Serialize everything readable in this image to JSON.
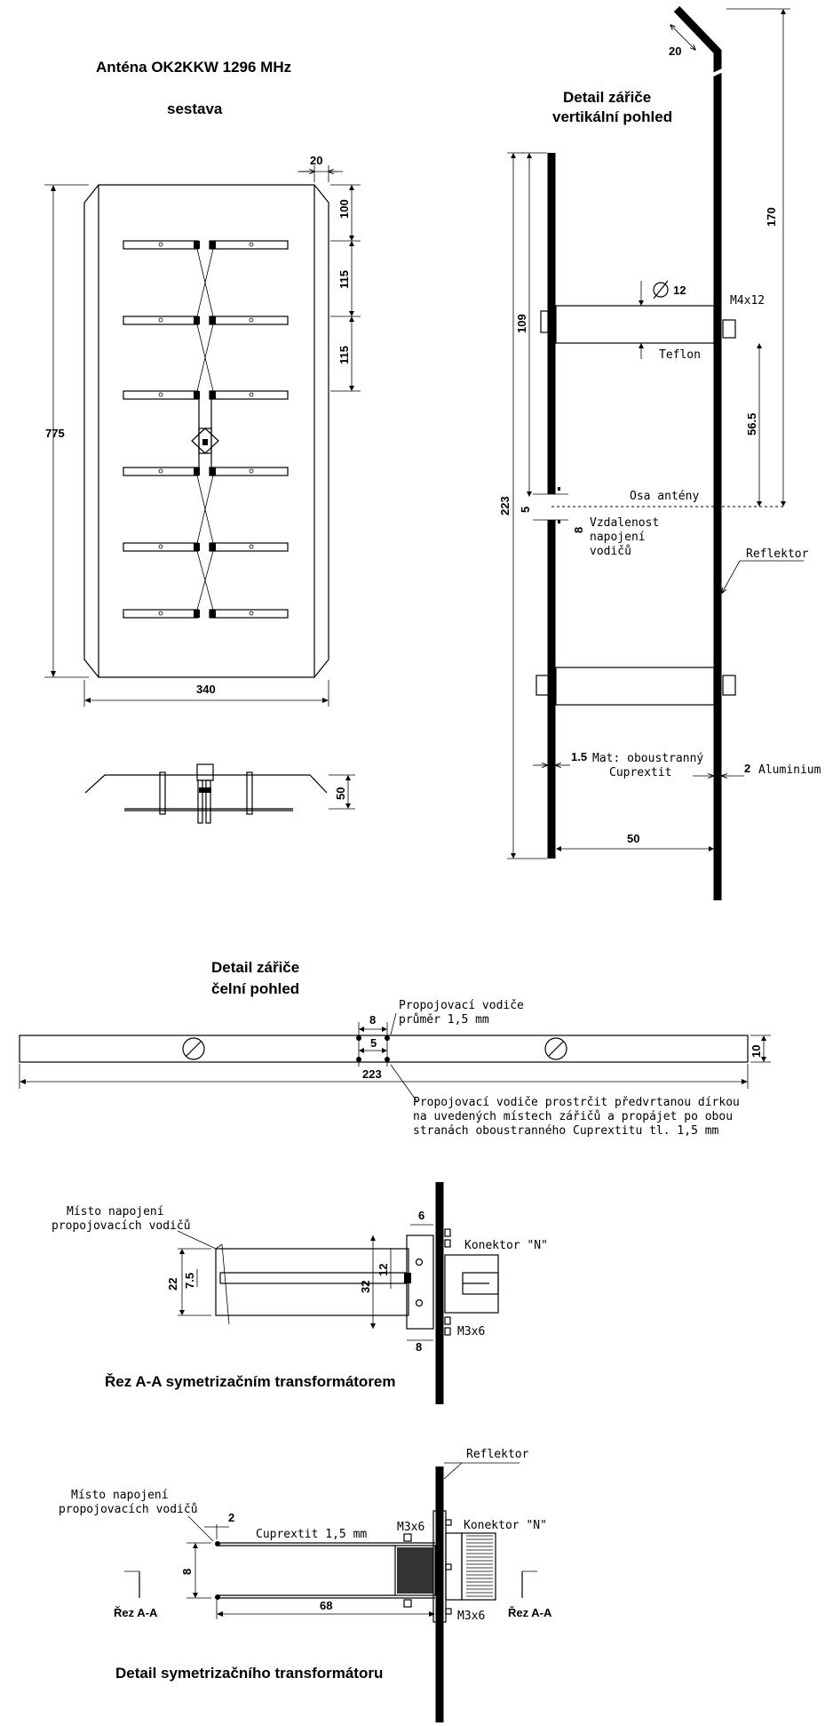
{
  "titles": {
    "antenna_title": "Anténa OK2KKW  1296 MHz",
    "assembly": "sestava",
    "radiator_detail_vertical_1": "Detail  zářiče",
    "radiator_detail_vertical_2": "vertikální pohled",
    "radiator_front_1": "Detail zářiče",
    "radiator_front_2": "čelní pohled",
    "section_aa": "Řez A-A symetrizačním transformátorem",
    "balun_detail": "Detail symetrizačního transformátoru"
  },
  "assembly_dims": {
    "d20": "20",
    "d100": "100",
    "d115a": "115",
    "d115b": "115",
    "d775": "775",
    "d340": "340",
    "d50": "50"
  },
  "vertical_view": {
    "d20": "20",
    "d170": "170",
    "d12": "12",
    "m4x12": "M4x12",
    "teflon": "Teflon",
    "d109": "109",
    "d56_5": "56.5",
    "d223": "223",
    "d5": "5",
    "osa": "Osa  antény",
    "d8": "8",
    "vzd1": "Vzdalenost",
    "vzd2": "napojení",
    "vzd3": "vodičů",
    "reflektor": "Reflektor",
    "d1_5": "1.5",
    "mat": "Mat: oboustranný",
    "cuprextit": "Cuprextit",
    "d2": "2",
    "aluminium": "Aluminium",
    "d50": "50"
  },
  "front_view": {
    "prop1": "Propojovací vodiče",
    "prop2": "průměr 1,5 mm",
    "d8": "8",
    "d5": "5",
    "d10": "10",
    "d223": "223",
    "note1": "Propojovací vodiče prostrčit předvrtanou dírkou",
    "note2": "na uvedených místech zářičů a propájet po obou",
    "note3": "stranách oboustranného Cuprextitu tl. 1,5 mm"
  },
  "section_view": {
    "misto1": "Místo napojení",
    "misto2": "propojovacích vodičů",
    "d6": "6",
    "konektor": "Konektor \"N\"",
    "d22": "22",
    "d7_5": "7.5",
    "d32": "32",
    "d12": "12",
    "m3x6": "M3x6",
    "d8": "8"
  },
  "balun_view": {
    "reflektor": "Reflektor",
    "misto1": "Místo napojení",
    "misto2": "propojovacích vodičů",
    "d2": "2",
    "cuprextit": "Cuprextit  1,5 mm",
    "m3x6_top": "M3x6",
    "konektor": "Konektor \"N\"",
    "d8": "8",
    "rez_left": "Řez A-A",
    "rez_right": "Řez A-A",
    "d68": "68",
    "m3x6_bot": "M3x6"
  }
}
